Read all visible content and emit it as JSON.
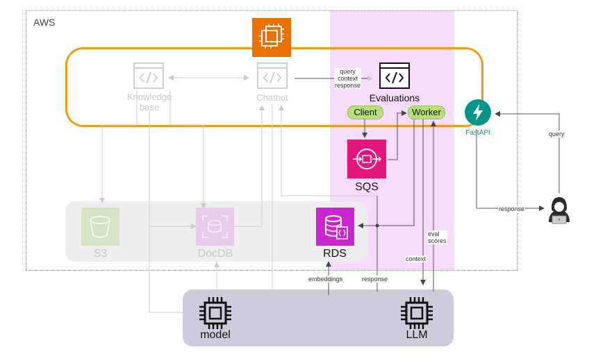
{
  "region": {
    "aws_label": "AWS"
  },
  "nodes": {
    "knowledge_base": "Knowledge\nbase",
    "chatbot": "Chatbot",
    "evaluations": "Evaluations",
    "client": "Client",
    "worker": "Worker",
    "fastapi": "FastAPI",
    "sqs": "SQS",
    "s3": "S3",
    "docdb": "DocDB",
    "rds": "RDS",
    "model": "model",
    "llm": "LLM"
  },
  "edge_labels": {
    "query_context_response": "query\ncontext\nresponse",
    "query": "query",
    "response_user": "response",
    "eval_scores": "eval\nscores",
    "context": "context",
    "embeddings": "embeddings",
    "response_llm": "response"
  },
  "colors": {
    "orange_border": "#f39c12",
    "ec2_orange": "#ed7100",
    "pink_band": "#f5dcfa",
    "sqs_pink": "#e7157b",
    "rds_purple": "#c925d1",
    "fastapi_green": "#049688",
    "tag_green": "#b9dd77",
    "compute_panel": "#cfcbdc",
    "storage_panel": "#ececec"
  },
  "icons": {
    "ec2": "ec2-instance-icon",
    "code": "code-window-icon",
    "chip": "cpu-chip-icon",
    "user": "hacker-user-icon"
  }
}
